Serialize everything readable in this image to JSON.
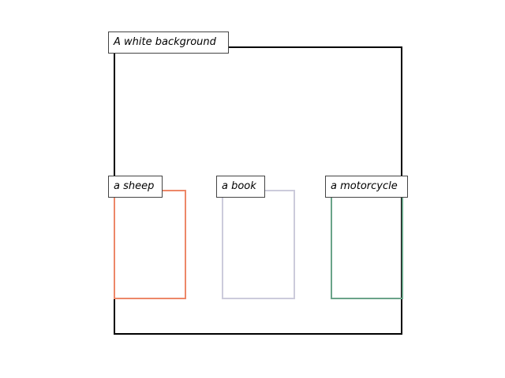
{
  "background": {
    "label": "A white background"
  },
  "objects": [
    {
      "label": "a sheep",
      "color": "#ed8768"
    },
    {
      "label": "a book",
      "color": "#cccbdb"
    },
    {
      "label": "a motorcycle",
      "color": "#6aa389"
    }
  ],
  "frame_color": "#000000"
}
